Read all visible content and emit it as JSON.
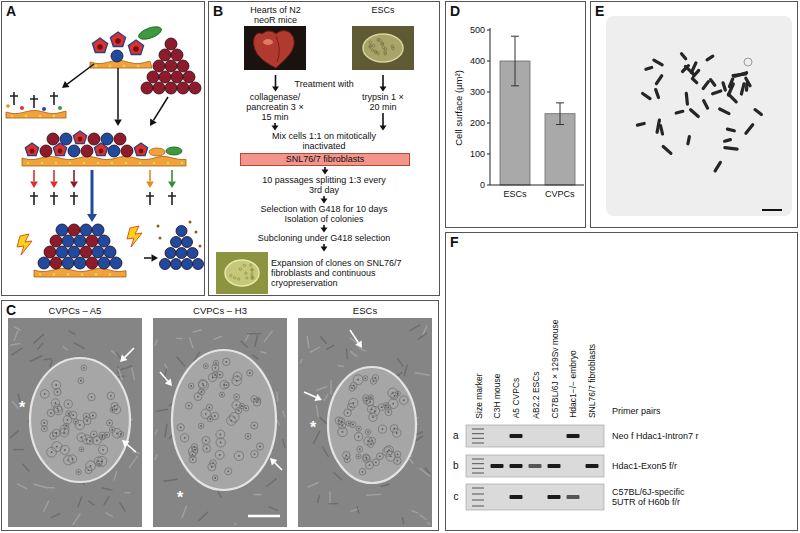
{
  "diagram": {
    "nodes": [
      {
        "text": [
          "A"
        ]
      },
      {
        "text": [
          "B"
        ]
      },
      {
        "text": [
          "Hearts of N2 neoR mice"
        ],
        "in": 1
      },
      {
        "text": [
          "ESCs"
        ],
        "in": 1
      },
      {
        "text": [
          "collagenase/ pancreatin 3 × 15 min"
        ],
        "in": 1
      },
      {
        "text": [
          "trypsin 1 × 20 min"
        ],
        "in": 1
      },
      {
        "text": [
          "Mix cells 1:1 on mitotically inactivated"
        ],
        "in": 1
      },
      {
        "text": [
          "SNL76/7 fibroblasts"
        ],
        "in": 1
      },
      {
        "text": [
          "10 passages splitting 1:3 every 3rd day"
        ],
        "in": 1
      },
      {
        "text": [
          "Selection with G418 for 10 days Isolation of colonies"
        ],
        "in": 1
      },
      {
        "text": [
          "Subcloning under G418 selection"
        ],
        "in": 1
      },
      {
        "text": [
          "Expansion of clones on SNL76/7 fibroblasts and continuous cryopreservation"
        ],
        "in": 1
      },
      {
        "text": [
          "C"
        ]
      },
      {
        "text": [
          "CVPCs – A5"
        ],
        "in": 12
      },
      {
        "text": [
          "CVPCs – H3"
        ],
        "in": 12
      },
      {
        "text": [
          "ESCs"
        ],
        "in": 12
      },
      {
        "text": [
          "D"
        ]
      },
      {
        "text": [
          "E"
        ]
      },
      {
        "text": [
          "F"
        ]
      }
    ],
    "edges": [
      {
        "from": 2,
        "to": 4,
        "arrow": "to"
      },
      {
        "from": 3,
        "to": 5,
        "arrow": "to"
      },
      {
        "from": 4,
        "to": 6,
        "arrow": "to"
      },
      {
        "from": 5,
        "to": 6,
        "arrow": "to"
      },
      {
        "from": 7,
        "to": 8,
        "arrow": "to"
      },
      {
        "from": 8,
        "to": 9,
        "arrow": "to"
      },
      {
        "from": 9,
        "to": 10,
        "arrow": "to"
      },
      {
        "from": 10,
        "to": 11,
        "arrow": "to"
      }
    ],
    "labels": [
      "Treatment with",
      "*",
      "*",
      "*",
      "Cell surface (µm²)",
      "0",
      "100",
      "200",
      "300",
      "400",
      "500",
      "ESCs",
      "CVPCs",
      "Size marker",
      "C3H mouse",
      "A5 CVPCs",
      "AB2.2 ESCs",
      "C57BL/6J × 129Sv mouse",
      "Hdac1−/− embryo",
      "SNL76/7 fibroblasts",
      "Primer pairs",
      "a",
      "b",
      "c",
      "Neo f Hdac1-Intron7 r",
      "Hdac1-Exon5 f/r",
      "C57BL/6J-specific 5UTR of H60b f/r"
    ]
  }
}
